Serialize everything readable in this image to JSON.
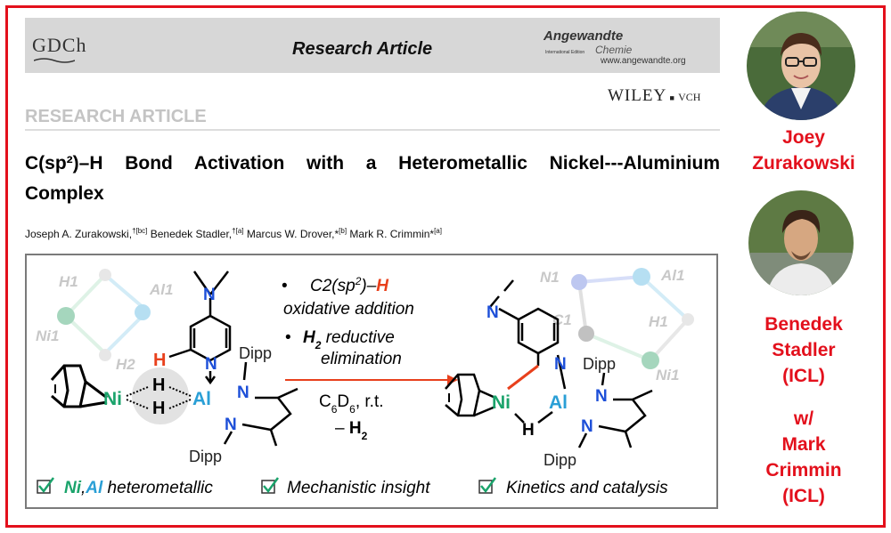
{
  "header": {
    "society": "GDCh",
    "article_type": "Research Article",
    "journal_name_1": "Angewandte",
    "journal_name_2": "Chemie",
    "journal_edition": "International Edition",
    "journal_url": "www.angewandte.org",
    "publisher": "WILEY",
    "publisher_suffix": "VCH"
  },
  "section_label": "RESEARCH ARTICLE",
  "title": "C(sp²)–H Bond Activation with a Heterometallic Nickel---Aluminium Complex",
  "authors": [
    {
      "name": "Joseph A. Zurakowski,",
      "affil": "†[bc]"
    },
    {
      "name": " Benedek Stadler,",
      "affil": "†[a]"
    },
    {
      "name": " Marcus W. Drover,*",
      "affil": "[b]"
    },
    {
      "name": " Mark R. Crimmin*",
      "affil": "[a]"
    }
  ],
  "toc": {
    "bullet_1_part1": "C2(sp",
    "bullet_1_sup": "2",
    "bullet_1_part2": ")–",
    "bullet_1_h": "H",
    "bullet_1_line2": "oxidative addition",
    "bullet_2_h2": "H",
    "bullet_2_sub": "2",
    "bullet_2_rest": " reductive",
    "bullet_2_line2": "elimination",
    "conditions_1": "C",
    "conditions_6a": "6",
    "conditions_d": "D",
    "conditions_6b": "6",
    "conditions_rt": ", r.t.",
    "byproduct_dash": "– ",
    "byproduct_h": "H",
    "byproduct_sub": "2",
    "labels": {
      "h1": "H1",
      "al1": "Al1",
      "ni1": "Ni1",
      "h2": "H2",
      "n1": "N1",
      "c1": "C1",
      "nme2_n": "N",
      "pyr_n": "N",
      "ni": "Ni",
      "al": "Al",
      "h": "H",
      "dipp": "Dipp",
      "n": "N"
    },
    "check_1_a": "Ni",
    "check_1_b": ",",
    "check_1_c": "Al",
    "check_1_d": " heterometallic",
    "check_2": "Mechanistic insight",
    "check_3": "Kinetics and catalysis"
  },
  "people": [
    {
      "lines": [
        "Joey",
        "Zurakowski"
      ]
    },
    {
      "lines": [
        "Benedek",
        "Stadler",
        "(ICL)"
      ]
    },
    {
      "lines": [
        "w/",
        "Mark",
        "Crimmin",
        "(ICL)"
      ]
    }
  ],
  "colors": {
    "accent_red": "#e3101c",
    "nickel_green": "#1aa36b",
    "aluminium_blue": "#2a9fd6",
    "nitrogen_blue": "#1d4fd8",
    "reaction_red": "#e8401c"
  }
}
